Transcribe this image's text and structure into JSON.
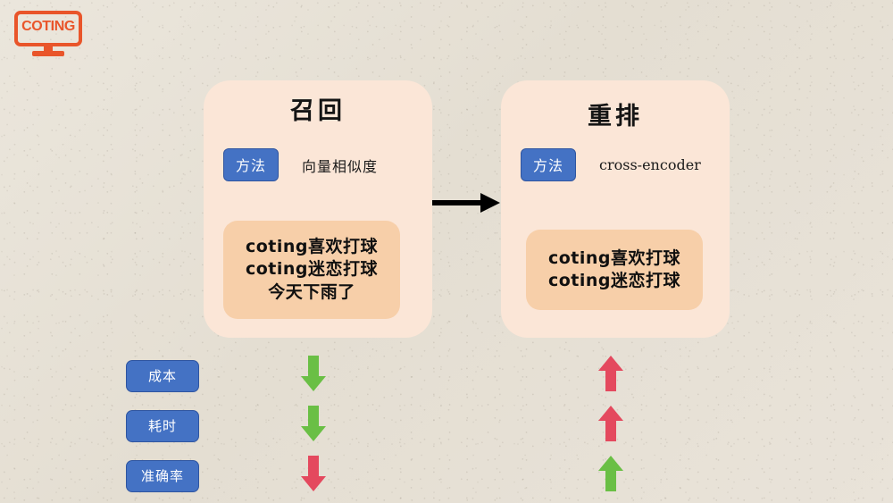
{
  "logo": {
    "wordmark": "COTING",
    "color": "#e9552a",
    "icon": "monitor-icon"
  },
  "colors": {
    "background": "#e6e0d5",
    "card": "#fbe6d7",
    "doc_box": "#f7cfa9",
    "badge_blue": "#4472c4",
    "arrow_green": "#6abf45",
    "arrow_red": "#e4495e",
    "flow_arrow": "#000000"
  },
  "cards": [
    {
      "id": "recall",
      "title": "召回",
      "method_label": "方法",
      "method_value": "向量相似度",
      "documents": [
        "coting喜欢打球",
        "coting迷恋打球",
        "今天下雨了"
      ]
    },
    {
      "id": "rerank",
      "title": "重排",
      "method_label": "方法",
      "method_value": "cross-encoder",
      "documents": [
        "coting喜欢打球",
        "coting迷恋打球"
      ]
    }
  ],
  "flow": {
    "direction": "right",
    "from": "召回",
    "to": "重排"
  },
  "metrics": [
    {
      "label": "成本",
      "recall": {
        "direction": "down",
        "color": "#6abf45"
      },
      "rerank": {
        "direction": "up",
        "color": "#e4495e"
      }
    },
    {
      "label": "耗时",
      "recall": {
        "direction": "down",
        "color": "#6abf45"
      },
      "rerank": {
        "direction": "up",
        "color": "#e4495e"
      }
    },
    {
      "label": "准确率",
      "recall": {
        "direction": "down",
        "color": "#e4495e"
      },
      "rerank": {
        "direction": "up",
        "color": "#6abf45"
      }
    }
  ]
}
